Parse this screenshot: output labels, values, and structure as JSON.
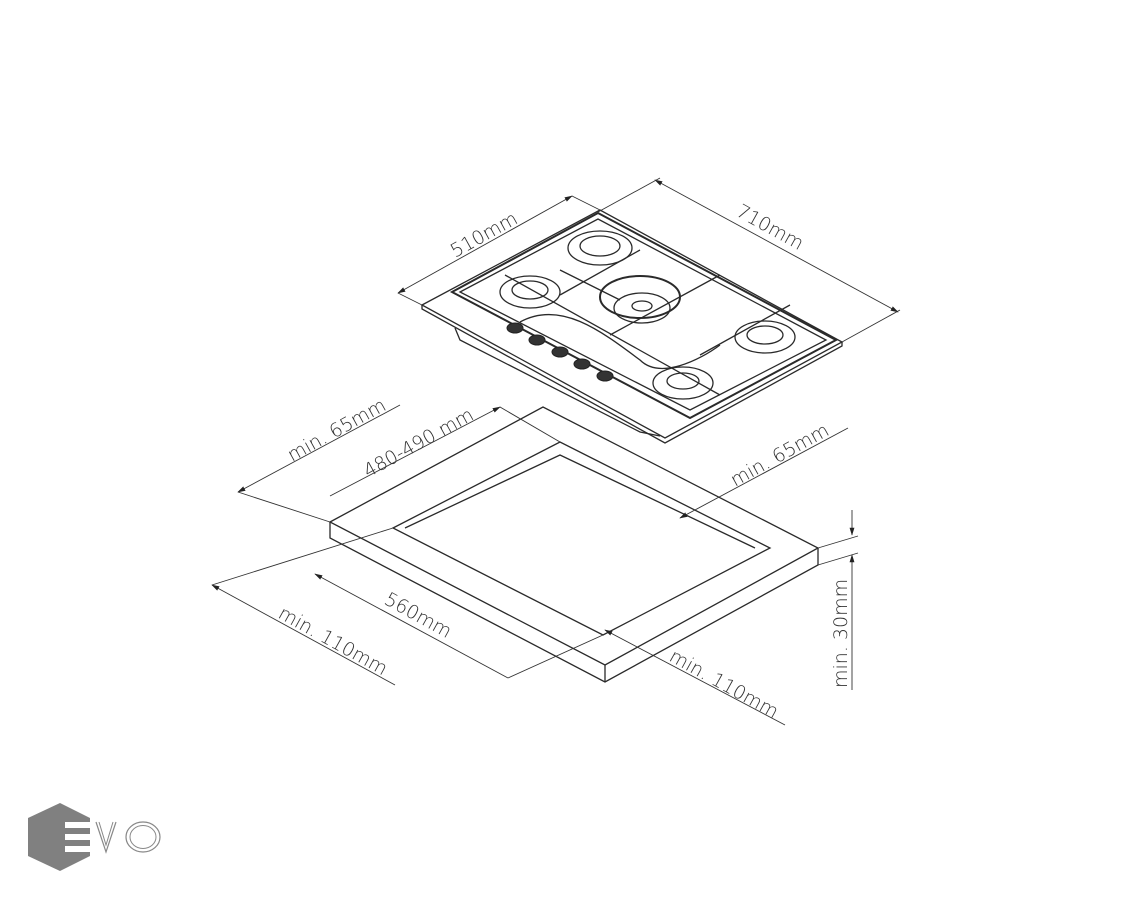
{
  "diagram": {
    "title": "Gas hob installation dimensions",
    "dimensions": {
      "hob_depth": "510mm",
      "hob_width": "710mm",
      "cutout_depth": "480-490 mm",
      "cutout_width": "560mm",
      "min_back": "min. 65mm",
      "min_right": "min. 65mm",
      "min_front": "min. 110mm",
      "min_side": "min. 110mm",
      "min_thickness": "min. 30mm"
    },
    "logo": {
      "text": "EVO",
      "color": "#808080"
    },
    "colors": {
      "line": "#2a2a2a"
    }
  }
}
